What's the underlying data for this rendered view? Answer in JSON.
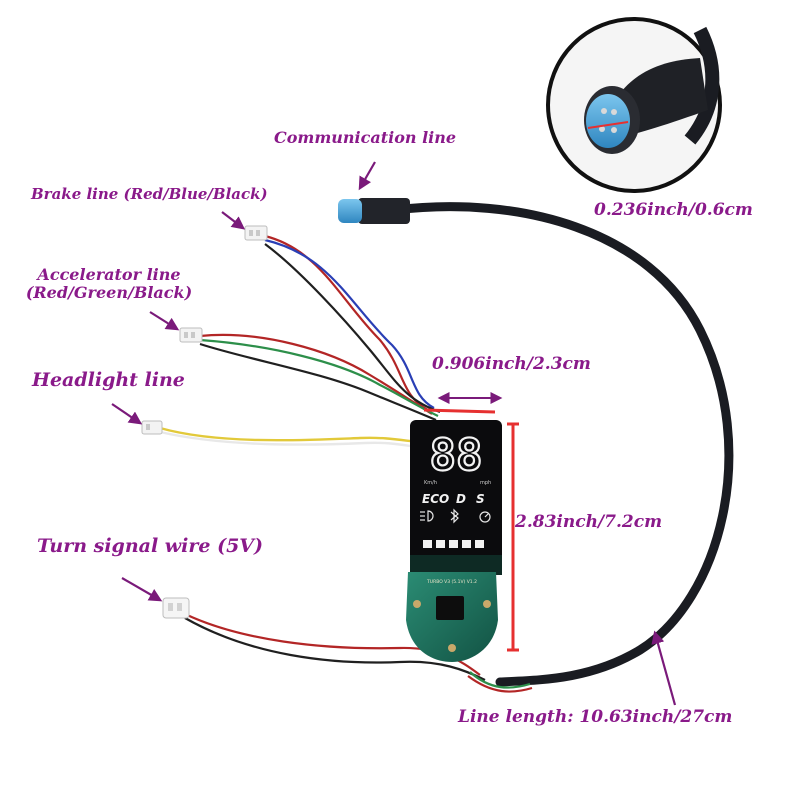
{
  "labels": {
    "communication": "Communication line",
    "brake": "Brake line (Red/Blue/Black)",
    "accelerator_line1": "Accelerator line",
    "accelerator_line2": "(Red/Green/Black)",
    "headlight": "Headlight line",
    "turn_signal": "Turn signal wire (5V)",
    "connector_diameter": "0.236inch/0.6cm",
    "display_width": "0.906inch/2.3cm",
    "display_height": "2.83inch/7.2cm",
    "line_length": "Line length: 10.63inch/27cm"
  },
  "display": {
    "digits": "88",
    "speed_unit_kmh": "Km/h",
    "speed_unit_mph": "mph",
    "mode_eco": "ECO",
    "mode_d": "D",
    "mode_s": "S",
    "board_marking": "TURBO V3 (5.1V) V1.2"
  },
  "colors": {
    "annotation": "#8a1a8a",
    "arrow": "#7a1a7a",
    "measure": "#e63030",
    "cable": "#1a1c22",
    "connector_blue": "#4aa3d8",
    "pcb": "#1f6b5a"
  },
  "icons": [
    "headlight-icon",
    "bluetooth-icon",
    "speedometer-icon",
    "arrow-icon"
  ]
}
